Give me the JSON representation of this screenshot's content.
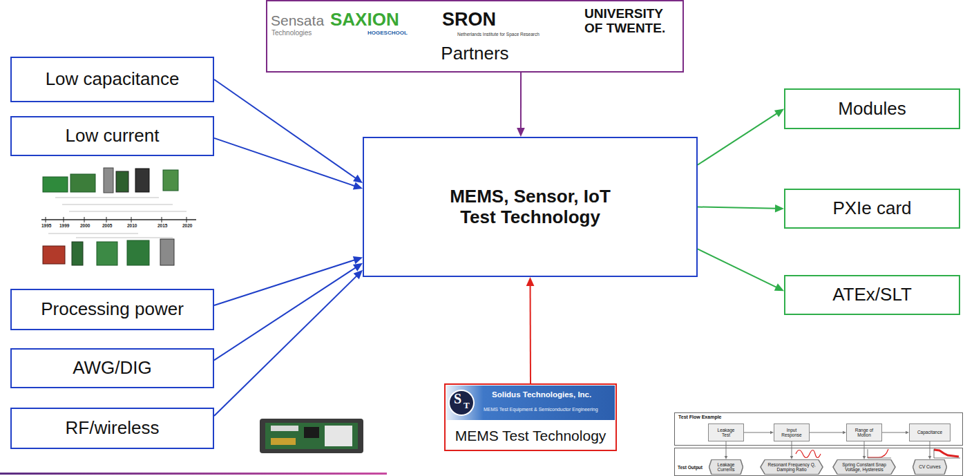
{
  "diagram": {
    "nodes": [
      {
        "text": [
          "Partners"
        ]
      },
      {
        "text": [
          "Low capacitance"
        ]
      },
      {
        "text": [
          "Low current"
        ]
      },
      {
        "text": [
          "Processing power"
        ]
      },
      {
        "text": [
          "AWG/DIG"
        ]
      },
      {
        "text": [
          "RF/wireless"
        ]
      },
      {
        "text": [
          "MEMS, Sensor, IoT Test Technology"
        ]
      },
      {
        "text": [
          "Modules"
        ]
      },
      {
        "text": [
          "PXIe card"
        ]
      },
      {
        "text": [
          "ATEx/SLT"
        ]
      },
      {
        "text": [
          "MEMS Test Technology"
        ]
      },
      {
        "text": [
          "Test Flow Example"
        ]
      },
      {
        "text": [
          "Leakage Test"
        ],
        "in": 11
      },
      {
        "text": [
          "Input Response"
        ],
        "in": 11
      },
      {
        "text": [
          "Range of Motion"
        ],
        "in": 11
      },
      {
        "text": [
          "Capacitance"
        ],
        "in": 11
      },
      {
        "text": [
          "Test Output"
        ]
      },
      {
        "text": [
          "Leakage Currents"
        ],
        "in": 16
      },
      {
        "text": [
          "Resonant Frequency Q, Damping Ratio"
        ],
        "in": 16
      },
      {
        "text": [
          "Spring Constant Snap Voltage, Hysteresis"
        ],
        "in": 16
      },
      {
        "text": [
          "CV Curves"
        ],
        "in": 16
      }
    ],
    "edges": [
      {
        "from": 1,
        "to": 6,
        "arrow": "to"
      },
      {
        "from": 2,
        "to": 6,
        "arrow": "to"
      },
      {
        "from": 3,
        "to": 6,
        "arrow": "to"
      },
      {
        "from": 4,
        "to": 6,
        "arrow": "to"
      },
      {
        "from": 5,
        "to": 6,
        "arrow": "to"
      },
      {
        "from": 0,
        "to": 6,
        "arrow": "to"
      },
      {
        "from": 10,
        "to": 6,
        "arrow": "to"
      },
      {
        "from": 6,
        "to": 7,
        "arrow": "to"
      },
      {
        "from": 6,
        "to": 8,
        "arrow": "to"
      },
      {
        "from": 6,
        "to": 9,
        "arrow": "to"
      },
      {
        "from": 12,
        "to": 13,
        "arrow": "to"
      },
      {
        "from": 13,
        "to": 14,
        "arrow": "to"
      },
      {
        "from": 14,
        "to": 15,
        "arrow": "to"
      },
      {
        "from": 12,
        "to": 17,
        "arrow": "to"
      },
      {
        "from": 13,
        "to": 18,
        "arrow": "to"
      },
      {
        "from": 14,
        "to": 19,
        "arrow": "to"
      },
      {
        "from": 15,
        "to": 20,
        "arrow": "to"
      }
    ],
    "labels": [
      "Sensata",
      "Technologies",
      "SAXION",
      "HOGESCHOOL",
      "SRON",
      "Netherlands Institute for Space Research",
      "UNIVERSITY OF TWENTE.",
      "Solidus Technologies, Inc.",
      "MEMS Test Equipment & Semiconductor Engineering",
      "S",
      "T",
      "1995",
      "1999",
      "2000",
      "2005",
      "2010",
      "2015",
      "2020"
    ]
  }
}
